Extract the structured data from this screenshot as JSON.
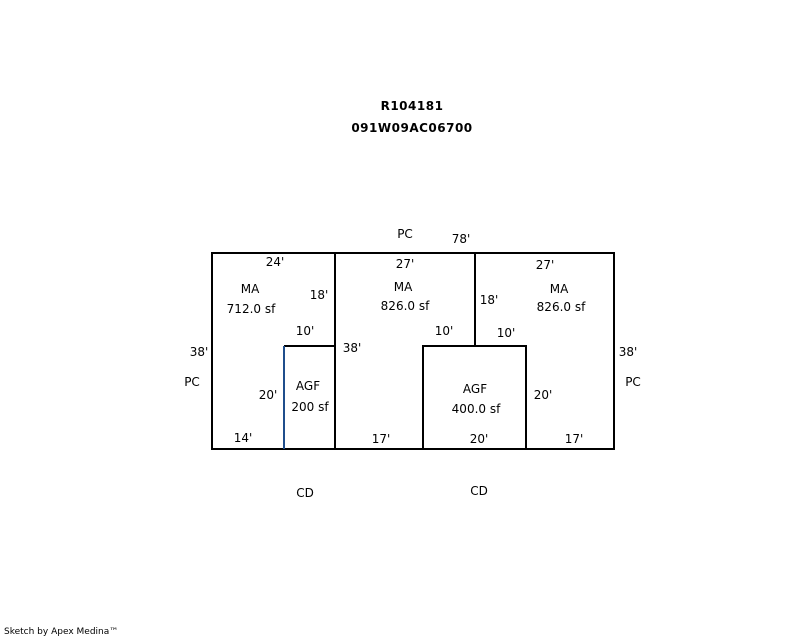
{
  "header": {
    "account": "R104181",
    "parcel": "091W09AC06700"
  },
  "outside_labels": {
    "top": "PC",
    "left": "PC",
    "right": "PC",
    "bottom_left": "CD",
    "bottom_right": "CD"
  },
  "dimensions": {
    "top_total": "78'",
    "left_total": "38'",
    "right_total": "38'",
    "ma1_top": "24'",
    "ma1_right": "18'",
    "ma1_notch": "10'",
    "ma1_agf_left": "20'",
    "ma1_bottom": "14'",
    "ma2_top": "27'",
    "ma2_left": "38'",
    "ma2_notch": "10'",
    "ma2_bottom": "17'",
    "ma3_top": "27'",
    "ma3_left": "18'",
    "ma3_notch": "10'",
    "ma3_agf_right": "20'",
    "ma3_bottom": "17'",
    "agf2_bottom": "20'"
  },
  "areas": [
    {
      "code": "MA",
      "size": "712.0 sf"
    },
    {
      "code": "MA",
      "size": "826.0 sf"
    },
    {
      "code": "MA",
      "size": "826.0 sf"
    },
    {
      "code": "AGF",
      "size": "200 sf"
    },
    {
      "code": "AGF",
      "size": "400.0 sf"
    }
  ],
  "footer": {
    "credit": "Sketch by Apex Medina™"
  },
  "colors": {
    "line": "#000000",
    "accent_line": "#1f4e8c"
  }
}
